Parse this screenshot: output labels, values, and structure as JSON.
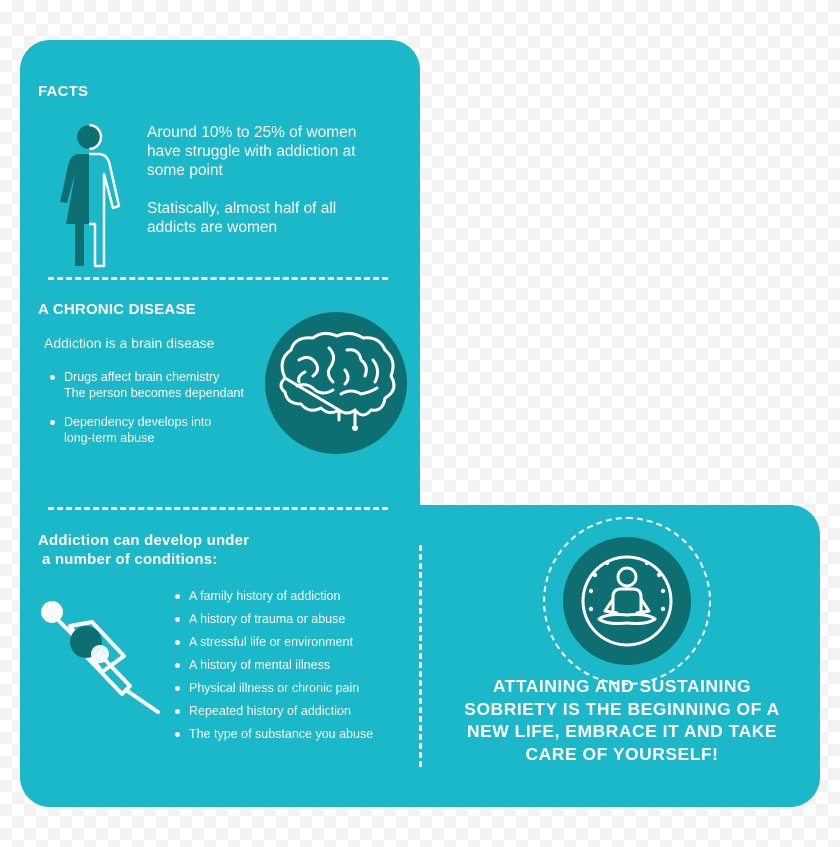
{
  "colors": {
    "panel": "#1ab8c8",
    "dark_circle": "#0e6f73",
    "text": "#ffffff"
  },
  "facts": {
    "heading": "FACTS",
    "icon": "woman-man-split-icon",
    "stat1": "Around 10% to 25% of women have struggle with addiction at some point",
    "stat2": "Statiscally, almost half of all addicts are women"
  },
  "chronic": {
    "heading": "A CHRONIC DISEASE",
    "intro": "Addiction is a brain disease",
    "bullets": [
      {
        "line1": "Drugs affect brain chemistry",
        "line2": "The person becomes dependant"
      },
      {
        "line1": "Dependency develops into",
        "line2": "long-term abuse"
      }
    ],
    "icon": "melting-brain-icon"
  },
  "conditions": {
    "heading_line1": "Addiction can develop under",
    "heading_line2": "a number of conditions:",
    "icon": "syringe-icon",
    "items": [
      "A family history of addiction",
      "A history of trauma or abuse",
      "A stressful life or environment",
      "A history of mental illness",
      "Physical illness or chronic pain",
      "Repeated history of addiction",
      "The type of substance you abuse"
    ]
  },
  "slogan": {
    "icon": "meditating-person-icon",
    "lines": [
      "ATTAINING AND SUSTAINING",
      "SOBRIETY IS THE BEGINNING OF A",
      "NEW LIFE, EMBRACE IT AND TAKE",
      "CARE OF YOURSELF!"
    ]
  }
}
